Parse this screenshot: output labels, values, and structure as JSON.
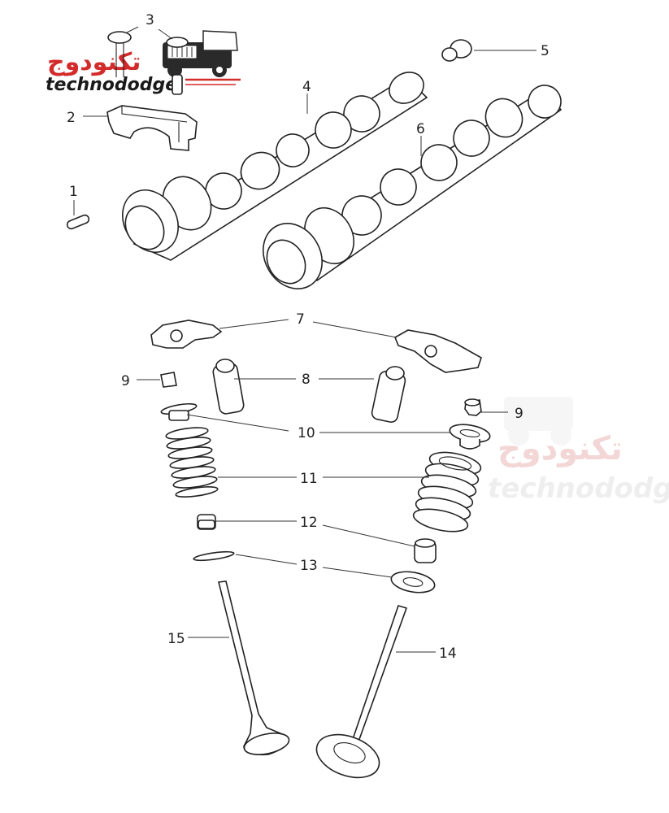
{
  "diagram": {
    "title": "Camshaft and Valve Train Parts Diagram",
    "watermark": {
      "brand_arabic": "تكنودوج",
      "brand_latin": "technododge",
      "brand_color": "#d32a2a"
    },
    "callouts": [
      {
        "number": "1",
        "part": "dowel-pin"
      },
      {
        "number": "2",
        "part": "camshaft-bearing-cap"
      },
      {
        "number": "3",
        "part": "cap-bolt"
      },
      {
        "number": "4",
        "part": "intake-camshaft"
      },
      {
        "number": "5",
        "part": "plug"
      },
      {
        "number": "6",
        "part": "exhaust-camshaft"
      },
      {
        "number": "7",
        "part": "rocker-arm"
      },
      {
        "number": "8",
        "part": "hydraulic-lash-adjuster"
      },
      {
        "number": "9",
        "part": "valve-keeper"
      },
      {
        "number": "10",
        "part": "valve-spring-retainer"
      },
      {
        "number": "11",
        "part": "valve-spring"
      },
      {
        "number": "12",
        "part": "valve-stem-seal"
      },
      {
        "number": "13",
        "part": "spring-seat-washer"
      },
      {
        "number": "14",
        "part": "intake-valve"
      },
      {
        "number": "15",
        "part": "exhaust-valve"
      }
    ],
    "labels": {
      "c1": "1",
      "c2": "2",
      "c3": "3",
      "c4": "4",
      "c5": "5",
      "c6": "6",
      "c7": "7",
      "c8": "8",
      "c9a": "9",
      "c9b": "9",
      "c10": "10",
      "c11": "11",
      "c12": "12",
      "c13": "13",
      "c14": "14",
      "c15": "15"
    }
  }
}
